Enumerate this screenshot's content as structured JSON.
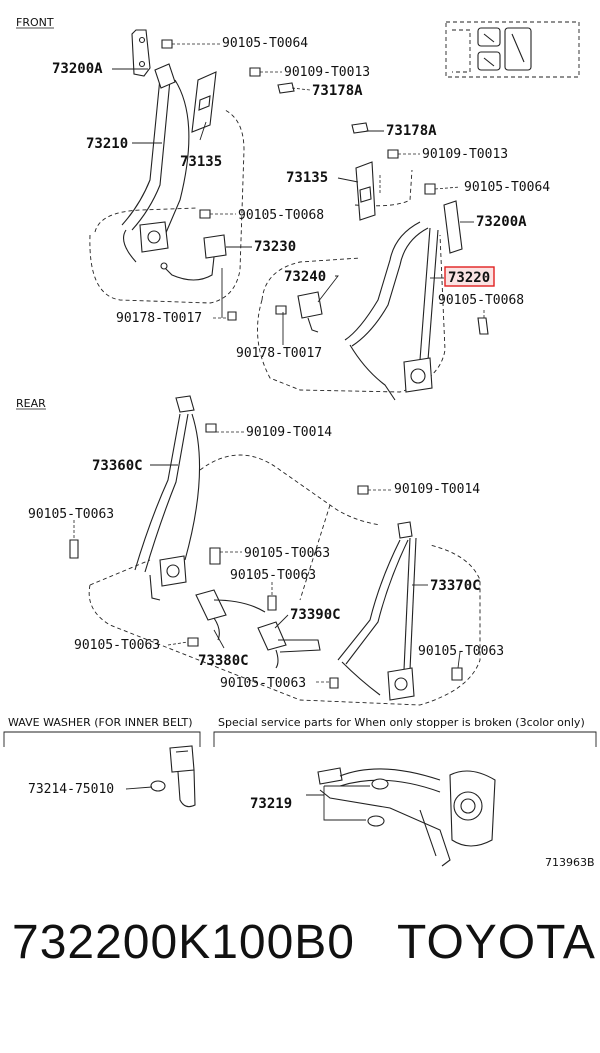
{
  "sections": {
    "front": "FRONT",
    "rear": "REAR",
    "wave_washer": "WAVE WASHER (FOR INNER BELT)",
    "special": "Special service parts for When only stopper is broken  (3color only)"
  },
  "labels": {
    "l90105_T0064_a": "90105-T0064",
    "l73200A_a": "73200A",
    "l90109_T0013_a": "90109-T0013",
    "l73178A_a": "73178A",
    "l73210": "73210",
    "l73135_a": "73135",
    "l73178A_b": "73178A",
    "l90109_T0013_b": "90109-T0013",
    "l73135_b": "73135",
    "l90105_T0064_b": "90105-T0064",
    "l90105_T0068_a": "90105-T0068",
    "l73200A_b": "73200A",
    "l73230": "73230",
    "l73240": "73240",
    "l73220": "73220",
    "l90105_T0068_b": "90105-T0068",
    "l90178_T0017_a": "90178-T0017",
    "l90178_T0017_b": "90178-T0017",
    "l90109_T0014_a": "90109-T0014",
    "l73360C": "73360C",
    "l90109_T0014_b": "90109-T0014",
    "l90105_T0063_a": "90105-T0063",
    "l90105_T0063_b": "90105-T0063",
    "l90105_T0063_c": "90105-T0063",
    "l73370C": "73370C",
    "l73390C": "73390C",
    "l90105_T0063_d": "90105-T0063",
    "l73380C": "73380C",
    "l90105_T0063_e": "90105-T0063",
    "l90105_T0063_f": "90105-T0063",
    "l73214": "73214-75010",
    "l73219": "73219",
    "l713963B": "713963B"
  },
  "highlight_color": "#e02020",
  "footer": {
    "part_number": "732200K100B0",
    "brand": "TOYOTA"
  }
}
